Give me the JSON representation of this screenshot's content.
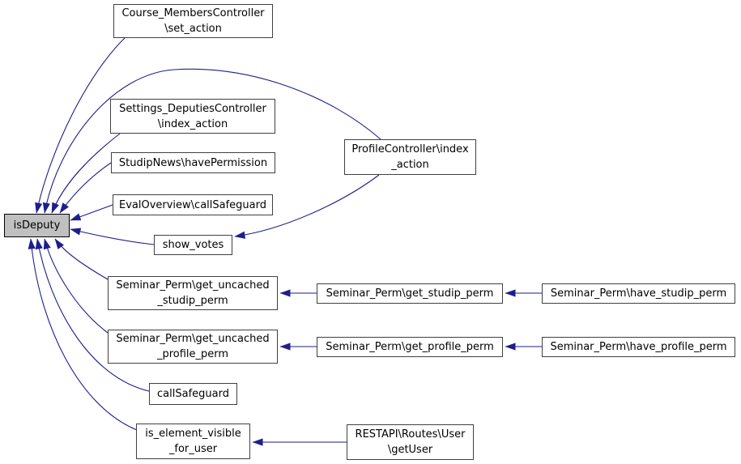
{
  "diagram": {
    "kind": "caller-graph",
    "focus_function": "isDeputy",
    "colors": {
      "background": "#ffffff",
      "edge": "#1e1e8c",
      "node_border": "#404040",
      "node_fill": "#ffffff",
      "focus_node_fill": "#c0c0c0",
      "text": "#000000"
    },
    "nodes": [
      {
        "id": "isDeputy",
        "lines": [
          "isDeputy"
        ]
      },
      {
        "id": "course_members_set_action",
        "lines": [
          "Course_MembersController",
          "\\set_action"
        ]
      },
      {
        "id": "settings_deputies_index_action",
        "lines": [
          "Settings_DeputiesController",
          "\\index_action"
        ]
      },
      {
        "id": "studipnews_havepermission",
        "lines": [
          "StudipNews\\havePermission"
        ]
      },
      {
        "id": "evaloverview_callsafeguard",
        "lines": [
          "EvalOverview\\callSafeguard"
        ]
      },
      {
        "id": "profilecontroller_index_action",
        "lines": [
          "ProfileController\\index",
          "_action"
        ]
      },
      {
        "id": "show_votes",
        "lines": [
          "show_votes"
        ]
      },
      {
        "id": "seminar_perm_get_uncached_studip_perm",
        "lines": [
          "Seminar_Perm\\get_uncached",
          "_studip_perm"
        ]
      },
      {
        "id": "seminar_perm_get_studip_perm",
        "lines": [
          "Seminar_Perm\\get_studip_perm"
        ]
      },
      {
        "id": "seminar_perm_have_studip_perm",
        "lines": [
          "Seminar_Perm\\have_studip_perm"
        ]
      },
      {
        "id": "seminar_perm_get_uncached_profile_perm",
        "lines": [
          "Seminar_Perm\\get_uncached",
          "_profile_perm"
        ]
      },
      {
        "id": "seminar_perm_get_profile_perm",
        "lines": [
          "Seminar_Perm\\get_profile_perm"
        ]
      },
      {
        "id": "seminar_perm_have_profile_perm",
        "lines": [
          "Seminar_Perm\\have_profile_perm"
        ]
      },
      {
        "id": "callsafeguard",
        "lines": [
          "callSafeguard"
        ]
      },
      {
        "id": "is_element_visible_for_user",
        "lines": [
          "is_element_visible",
          "_for_user"
        ]
      },
      {
        "id": "restapi_routes_user_getuser",
        "lines": [
          "RESTAPI\\Routes\\User",
          "\\getUser"
        ]
      }
    ],
    "edges": [
      {
        "from": "Course_MembersController\\set_action",
        "to": "isDeputy"
      },
      {
        "from": "ProfileController\\index_action",
        "to": "isDeputy"
      },
      {
        "from": "Settings_DeputiesController\\index_action",
        "to": "isDeputy"
      },
      {
        "from": "StudipNews\\havePermission",
        "to": "isDeputy"
      },
      {
        "from": "EvalOverview\\callSafeguard",
        "to": "isDeputy"
      },
      {
        "from": "show_votes",
        "to": "isDeputy"
      },
      {
        "from": "ProfileController\\index_action",
        "to": "show_votes"
      },
      {
        "from": "Seminar_Perm\\get_uncached_studip_perm",
        "to": "isDeputy"
      },
      {
        "from": "Seminar_Perm\\get_studip_perm",
        "to": "Seminar_Perm\\get_uncached_studip_perm"
      },
      {
        "from": "Seminar_Perm\\have_studip_perm",
        "to": "Seminar_Perm\\get_studip_perm"
      },
      {
        "from": "Seminar_Perm\\get_uncached_profile_perm",
        "to": "isDeputy"
      },
      {
        "from": "Seminar_Perm\\get_profile_perm",
        "to": "Seminar_Perm\\get_uncached_profile_perm"
      },
      {
        "from": "Seminar_Perm\\have_profile_perm",
        "to": "Seminar_Perm\\get_profile_perm"
      },
      {
        "from": "callSafeguard",
        "to": "isDeputy"
      },
      {
        "from": "is_element_visible_for_user",
        "to": "isDeputy"
      },
      {
        "from": "RESTAPI\\Routes\\User\\getUser",
        "to": "is_element_visible_for_user"
      }
    ]
  }
}
